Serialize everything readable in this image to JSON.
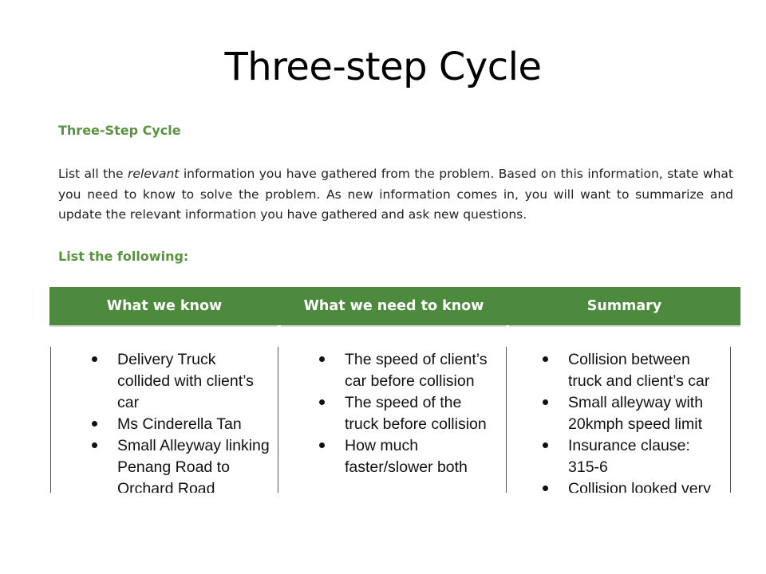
{
  "slide": {
    "title": "Three-step Cycle"
  },
  "document": {
    "heading": "Three-Step Cycle",
    "para_start": "List all the",
    "para_emphasis": "relevant",
    "para_rest": "information you have gathered from the problem. Based on this information, state what you need to know to solve the problem. As new information comes in, you will want to summarize and update the relevant information you have gathered and ask new questions.",
    "list_heading": "List the following:"
  },
  "table": {
    "headers": [
      "What we know",
      "What we need to know",
      "Summary"
    ],
    "columns": [
      [
        "Delivery Truck collided with client’s car",
        "Ms Cinderella Tan",
        "Small Alleyway linking Penang Road to Orchard Road"
      ],
      [
        "The speed of client’s car before collision",
        "The speed of the truck before collision",
        "How much faster/slower both"
      ],
      [
        "Collision between truck and client’s car",
        "Small alleyway with 20kmph speed limit",
        "Insurance clause: 315-6",
        "Collision looked very"
      ]
    ]
  },
  "colors": {
    "header_green": "#4e8a3e",
    "heading_green": "#5a9440"
  }
}
